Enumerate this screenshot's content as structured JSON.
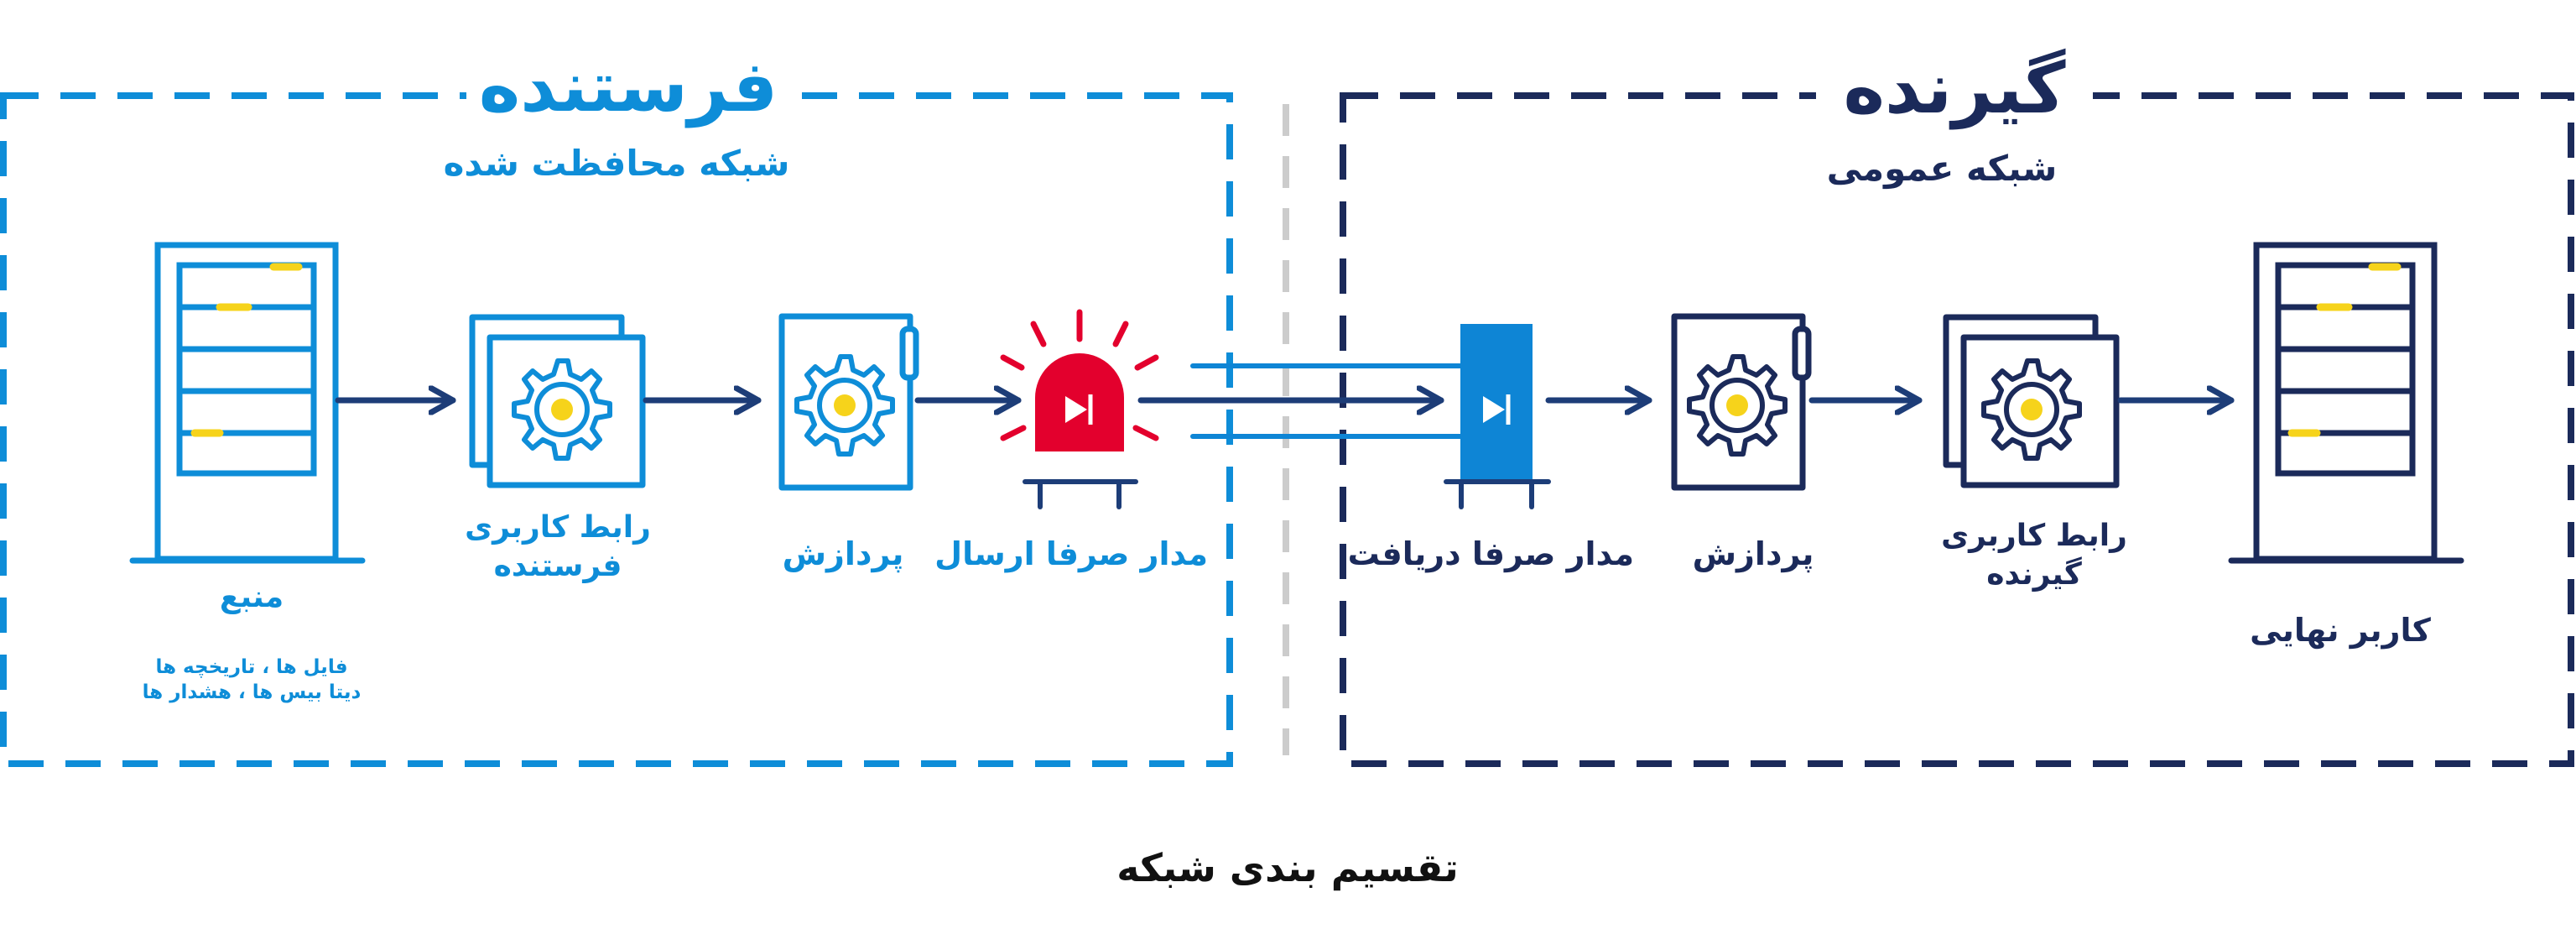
{
  "colors": {
    "sender_blue": "#0E8DD8",
    "receiver_navy": "#1B2A5A",
    "arrow_navy": "#1D3D78",
    "alarm_red": "#E3002D",
    "accent_yellow": "#F6D31B",
    "divider_gray": "#CCCCCC",
    "diode_blue": "#0E85D5"
  },
  "sender": {
    "title": "فرستنده",
    "subtitle": "شبکه محافظت شده",
    "source": {
      "label": "منبع",
      "note_line1": "فایل ها ، تاریخچه ها",
      "note_line2": "دیتا بیس ها ، هشدار ها",
      "icon": "server-rack-icon"
    },
    "interface": {
      "label_line1": "رابط کاربری",
      "label_line2": "فرستنده",
      "icon": "gear-window-icon"
    },
    "processing": {
      "label": "پردازش",
      "icon": "gear-document-icon"
    },
    "diode": {
      "label": "مدار صرفا ارسال",
      "icon": "alarm-diode-icon"
    }
  },
  "receiver": {
    "title": "گیرنده",
    "subtitle": "شبکه عمومی",
    "diode": {
      "label": "مدار صرفا دریافت",
      "icon": "diode-block-icon"
    },
    "processing": {
      "label": "پردازش",
      "icon": "gear-document-icon"
    },
    "interface": {
      "label_line1": "رابط کاربری",
      "label_line2": "گیرنده",
      "icon": "gear-window-icon"
    },
    "end_user": {
      "label": "کاربر نهایی",
      "icon": "server-rack-icon"
    }
  },
  "caption": "تقسیم بندی شبکه"
}
